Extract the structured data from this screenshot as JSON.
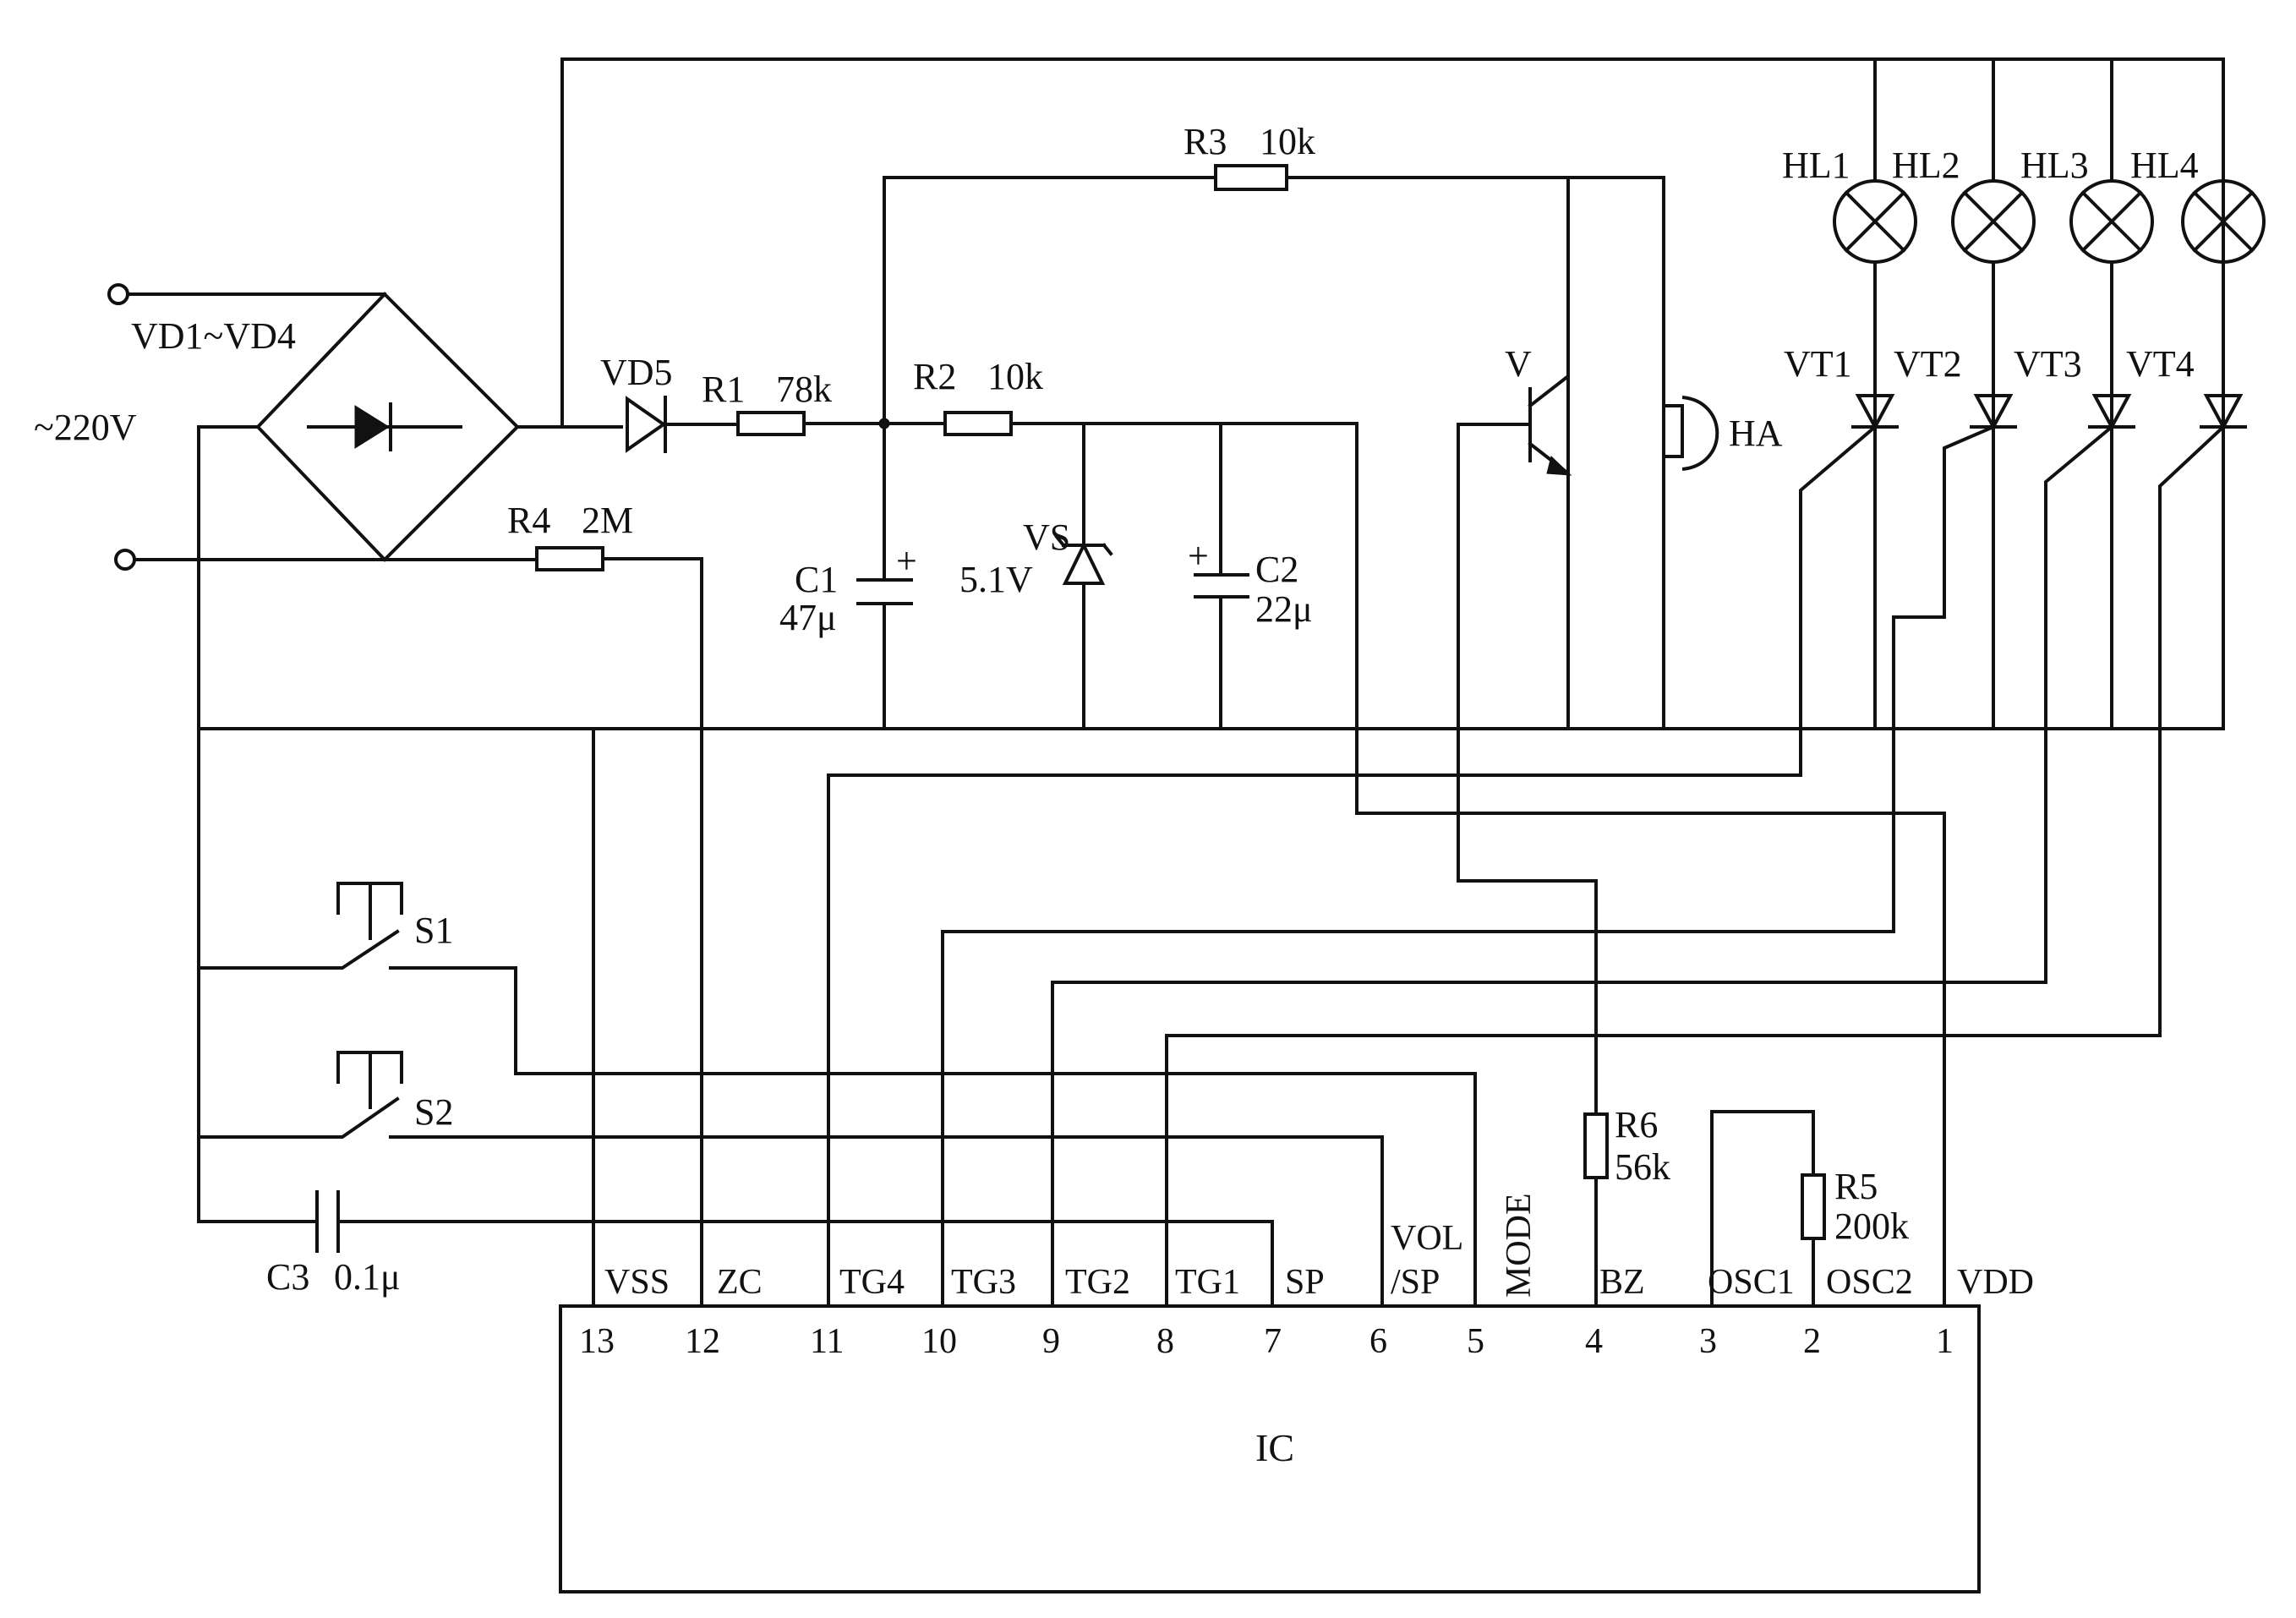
{
  "source": {
    "label": "~220V",
    "bridge_label": "VD1~VD4"
  },
  "components": {
    "vd5": "VD5",
    "r1_name": "R1",
    "r1_value": "78k",
    "r2_name": "R2",
    "r2_value": "10k",
    "r3_name": "R3",
    "r3_value": "10k",
    "r4_name": "R4",
    "r4_value": "2M",
    "r5_name": "R5",
    "r5_value": "200k",
    "r6_name": "R6",
    "r6_value": "56k",
    "c1_name": "C1",
    "c1_value": "47μ",
    "c2_name": "C2",
    "c2_value": "22μ",
    "c3_name": "C3",
    "c3_value": "0.1μ",
    "vs_name": "VS",
    "vs_value": "5.1V",
    "transistor": "V",
    "buzzer": "HA",
    "switch1": "S1",
    "switch2": "S2",
    "plus": "+"
  },
  "lamps": [
    "HL1",
    "HL2",
    "HL3",
    "HL4"
  ],
  "triacs": [
    "VT1",
    "VT2",
    "VT3",
    "VT4"
  ],
  "ic": {
    "name": "IC",
    "pins": [
      {
        "num": "13",
        "label": "VSS"
      },
      {
        "num": "12",
        "label": "ZC"
      },
      {
        "num": "11",
        "label": "TG4"
      },
      {
        "num": "10",
        "label": "TG3"
      },
      {
        "num": "9",
        "label": "TG2"
      },
      {
        "num": "8",
        "label": "TG1"
      },
      {
        "num": "7",
        "label": "SP"
      },
      {
        "num": "6",
        "label": "VOL",
        "label2": "/SP"
      },
      {
        "num": "5",
        "label": "MODE"
      },
      {
        "num": "4",
        "label": "BZ"
      },
      {
        "num": "3",
        "label": "OSC1"
      },
      {
        "num": "2",
        "label": "OSC2"
      },
      {
        "num": "1",
        "label": "VDD"
      }
    ]
  }
}
